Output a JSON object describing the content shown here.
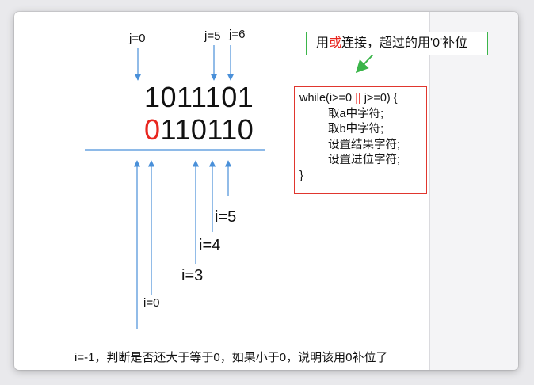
{
  "labels": {
    "j0": "j=0",
    "j5": "j=5",
    "j6": "j=6",
    "i5": "i=5",
    "i4": "i=4",
    "i3": "i=3",
    "i0": "i=0"
  },
  "numbers": {
    "a": "1011101",
    "b_pad": "0",
    "b_rest": "110110"
  },
  "note": {
    "prefix": "用",
    "or": "或",
    "suffix": "连接，超过的用'0'补位"
  },
  "code": {
    "head_pre": "while(i>=0 ",
    "op": "||",
    "head_post": " j>=0) {",
    "line1": "取a中字符;",
    "line2": "取b中字符;",
    "line3": "设置结果字符;",
    "line4": "设置进位字符;",
    "close": "}"
  },
  "footer": "i=-1，判断是否还大于等于0，如果小于0，说明该用0补位了",
  "colors": {
    "arrow": "#4a90d9",
    "highlight": "#e8261f",
    "note_border": "#3bb54a",
    "code_border": "#e0362e"
  }
}
